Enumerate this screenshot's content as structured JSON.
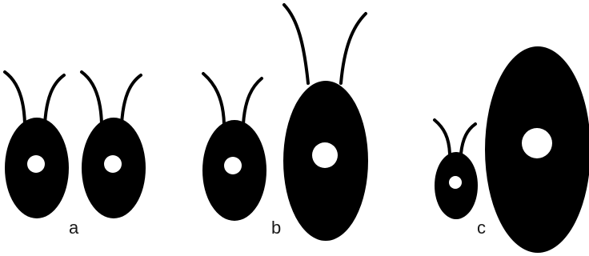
{
  "figure": {
    "panels": [
      {
        "label": "a"
      },
      {
        "label": "b"
      },
      {
        "label": "c"
      }
    ],
    "colors": {
      "cell": "#000000",
      "nucleus": "#ffffff",
      "background": "#ffffff",
      "label": "#1a1a1a"
    }
  }
}
